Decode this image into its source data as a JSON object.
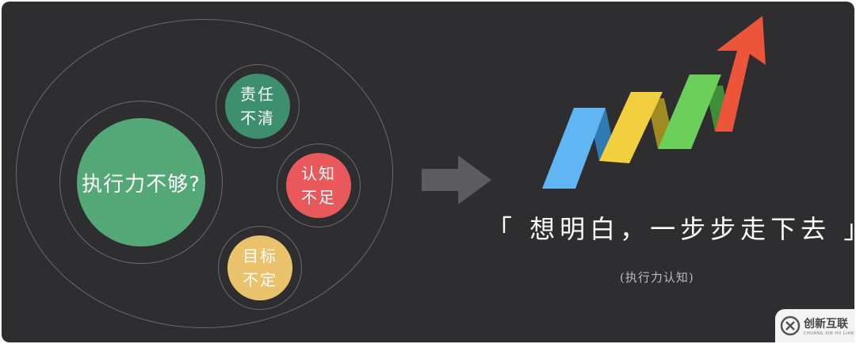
{
  "colors": {
    "background": "#2e2e31",
    "main_circle": "#54a877",
    "responsibility_circle": "#3e8f6d",
    "cognition_circle": "#e9585a",
    "goal_circle": "#e9c26b",
    "arrow": "#5b5b60",
    "zig_blue": "#5fb6f2",
    "zig_yellow": "#f2cf3e",
    "zig_green": "#6ccf5a",
    "zig_red": "#ec5539"
  },
  "left_cluster": {
    "main_circle_label": "执行力不够?",
    "circles": [
      {
        "line1": "责任",
        "line2": "不清"
      },
      {
        "line1": "认知",
        "line2": "不足"
      },
      {
        "line1": "目标",
        "line2": "不定"
      }
    ]
  },
  "transition_arrow_icon": "right-arrow-icon",
  "growth_graphic_icon": "zigzag-growth-arrow-icon",
  "slogan": "「 想明白，一步步走下去 」",
  "caption": "(执行力认知)",
  "watermark": {
    "logo_icon": "circle-x-logo-icon",
    "name": "创新互联",
    "sub": "CHUANG XIN HU LIAN"
  }
}
